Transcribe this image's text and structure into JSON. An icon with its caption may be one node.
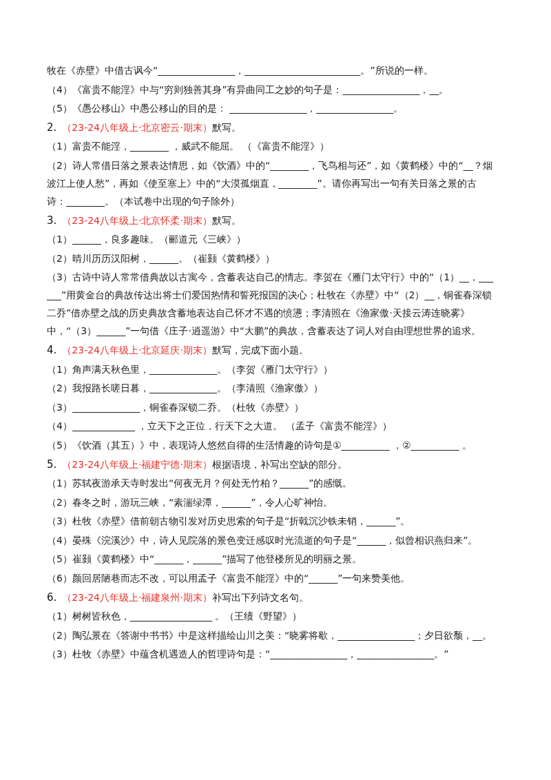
{
  "diagram": {
    "labels": [
      "牧在《赤壁》中借古讽今“________________，________________________。”所说的一样。",
      "（4）《富贵不能淫》中与“穷则独善其身”有异曲同工之妙的句子是：________________，__。",
      "（5）《愚公移山》中愚公移山的目的是： ________________，________________。",
      "2.",
      "（23-24八年级上·北京密云·期末）",
      "默写。",
      "（1）富贵不能淫，________ ，威武不能屈。 （《富贵不能淫》）",
      "（2）诗人常借日落之景表达情思，如《饮酒》中的“________，飞鸟相与还”，如《黄鹤楼》中的“__？烟波江上使人愁”，再如《使至塞上》中的“大漠孤烟直，________”。请你再写出一句有关日落之景的古诗：________。（本试卷中出现的句子除外）",
      "3.",
      "（23-24八年级上·北京怀柔·期末）",
      "默写。",
      "（1）______，良多趣味。（郦道元《三峡》）",
      "（2）晴川历历汉阳树，______。（崔颢《黄鹤楼》）",
      "（3）古诗中诗人常常借典故以古寓今，含蓄表达自己的情志。李贺在《雁门太守行》中的“（1）__，______”用黄金台的典故传达出将士们爱国热情和誓死报国的决心；杜牧在《赤壁》中“（2）__，铜雀春深锁二乔”借赤壁之战的历史典故含蓄地表达自己怀才不遇的愤懑；李清照在《渔家傲·天接云涛连晓雾》中，“（3）______”一句借《庄子·逍遥游》中“大鹏”的典故，含蓄表达了词人对自由理想世界的追求。",
      "4.",
      "（23-24八年级上·北京延庆·期末）",
      "默写，完成下面小题。",
      "（1）角声满天秋色里，______________。（李贺《雁门太守行》）",
      "（2）我报路长嗟日暮，______________。（李清照《渔家傲》）",
      "（3）______________，铜雀春深锁二乔。（杜牧《赤壁》）",
      "（4）_____________ ，立天下之正位，行天下之大道。 （孟子《富贵不能淫》）",
      "（5）《饮酒（其五）》中，表现诗人悠然自得的生活情趣的诗句是①__________ ，②__________ 。",
      "5.",
      "（23-24八年级上·福建宁德·期末）",
      "根据语境，补写出空缺的部分。",
      "（1）苏轼夜游承天寺时发出“何夜无月？何处无竹柏？______”的感慨。",
      "（2）春冬之时，游玩三峡，“素湍绿潭，______”，令人心旷神怡。",
      "（3）杜牧《赤壁》借前朝古物引发对历史思索的句子是“折戟沉沙铁未销，______”。",
      "（4）晏殊《浣溪沙》中，诗人见院落的景色变迁感叹时光流逝的句子是“______，似曾相识燕归来”。",
      "（5）崔颢《黄鹤楼》中“______，______”描写了他登楼所见的明丽之景。",
      "（6）颜回居陋巷而志不改，可以用孟子《富贵不能淫》中的“______”一句来赞美他。",
      "6.",
      "（23-24八年级上·福建泉州·期末）",
      "补写出下列诗文名句。",
      "（1）树树皆秋色，_________________ 。（王绩《野望》）",
      "（2）陶弘景在《答谢中书书》中是这样描绘山川之美：“晓雾将歇，________________；夕日欲颓，__。",
      "（3）杜牧《赤壁》中蕴含机遇造人的哲理诗句是：“________________，________________。”"
    ]
  }
}
